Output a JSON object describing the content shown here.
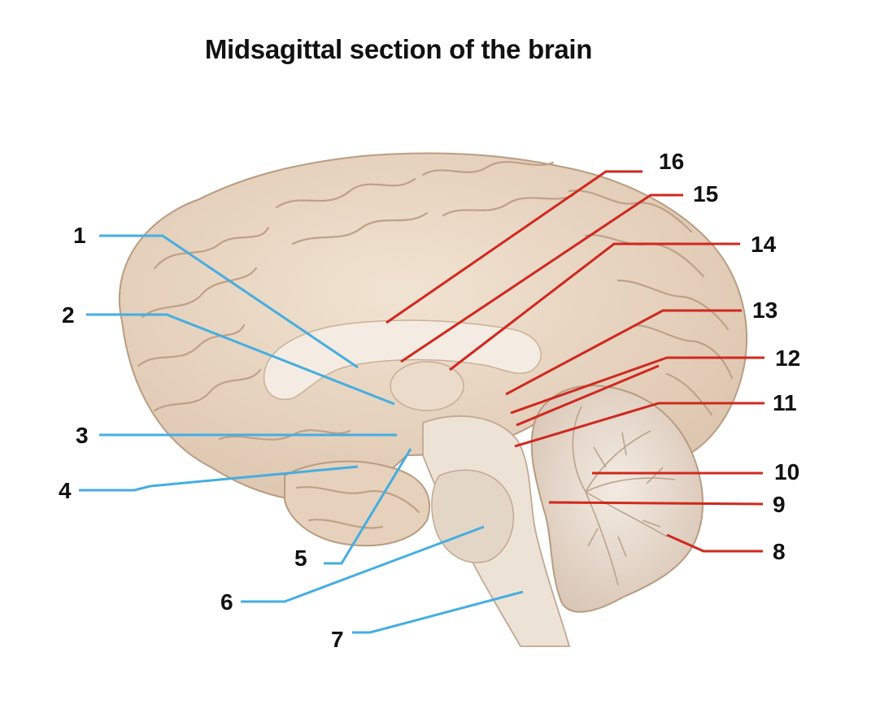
{
  "title": "Midsagittal section of the brain",
  "colors": {
    "blue_leader": "#45aee0",
    "red_leader": "#d0281e",
    "tissue": "#e9d8c6"
  },
  "labels": [
    {
      "id": "1",
      "text": "1"
    },
    {
      "id": "2",
      "text": "2"
    },
    {
      "id": "3",
      "text": "3"
    },
    {
      "id": "4",
      "text": "4"
    },
    {
      "id": "5",
      "text": "5"
    },
    {
      "id": "6",
      "text": "6"
    },
    {
      "id": "7",
      "text": "7"
    },
    {
      "id": "8",
      "text": "8"
    },
    {
      "id": "9",
      "text": "9"
    },
    {
      "id": "10",
      "text": "10"
    },
    {
      "id": "11",
      "text": "11"
    },
    {
      "id": "12",
      "text": "12"
    },
    {
      "id": "13",
      "text": "13"
    },
    {
      "id": "14",
      "text": "14"
    },
    {
      "id": "15",
      "text": "15"
    },
    {
      "id": "16",
      "text": "16"
    }
  ]
}
